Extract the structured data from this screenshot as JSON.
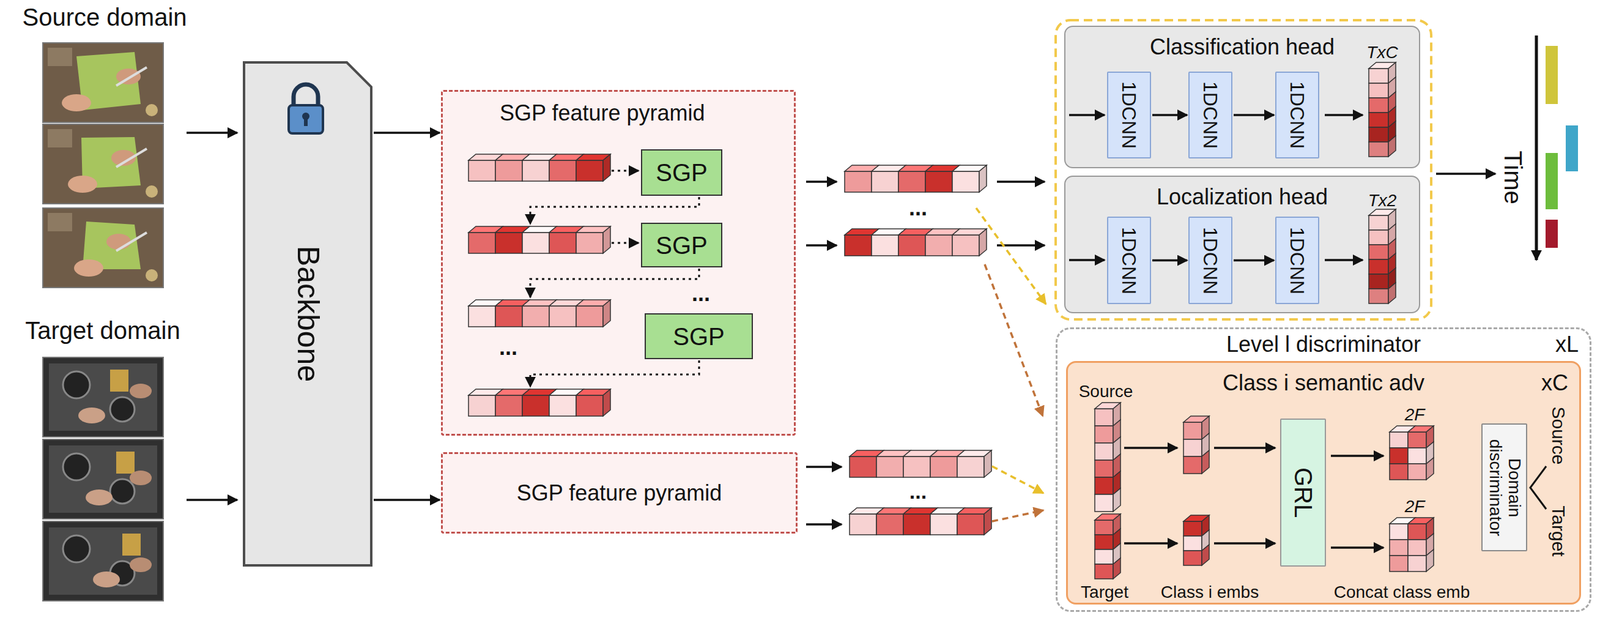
{
  "diagram": {
    "nodes": [
      {
        "text": [
          "Backbone"
        ]
      },
      {
        "text": [
          "SGP feature pyramid"
        ]
      },
      {
        "text": [
          "SGP"
        ],
        "in": 1
      },
      {
        "text": [
          "SGP"
        ],
        "in": 1
      },
      {
        "text": [
          "SGP"
        ],
        "in": 1
      },
      {
        "text": [
          "SGP feature pyramid"
        ]
      },
      {
        "text": [
          "Classification head"
        ]
      },
      {
        "text": [
          "1DCNN"
        ],
        "in": 6
      },
      {
        "text": [
          "1DCNN"
        ],
        "in": 6
      },
      {
        "text": [
          "1DCNN"
        ],
        "in": 6
      },
      {
        "text": [
          "Localization head"
        ]
      },
      {
        "text": [
          "1DCNN"
        ],
        "in": 10
      },
      {
        "text": [
          "1DCNN"
        ],
        "in": 10
      },
      {
        "text": [
          "1DCNN"
        ],
        "in": 10
      },
      {
        "text": [
          "Level l discriminator",
          "xL"
        ]
      },
      {
        "text": [
          "Class i semantic adv",
          "xC"
        ],
        "in": 14
      },
      {
        "text": [
          "GRL"
        ],
        "in": 15
      },
      {
        "text": [
          "Domain discriminator"
        ],
        "in": 15
      }
    ],
    "edges": [
      {
        "from": 0,
        "to": 1,
        "arrow": "to"
      },
      {
        "from": 0,
        "to": 5,
        "arrow": "to"
      },
      {
        "from": 7,
        "to": 8,
        "arrow": "to"
      },
      {
        "from": 8,
        "to": 9,
        "arrow": "to"
      },
      {
        "from": 11,
        "to": 12,
        "arrow": "to"
      },
      {
        "from": 12,
        "to": 13,
        "arrow": "to"
      }
    ],
    "labels": [
      "Source domain",
      "Target domain",
      "...",
      "...",
      "...",
      "...",
      "TxC",
      "Tx2",
      "Time",
      "Source",
      "Target",
      "Class i embs",
      "2F",
      "2F",
      "Concat class emb",
      "Source",
      "Target"
    ]
  }
}
